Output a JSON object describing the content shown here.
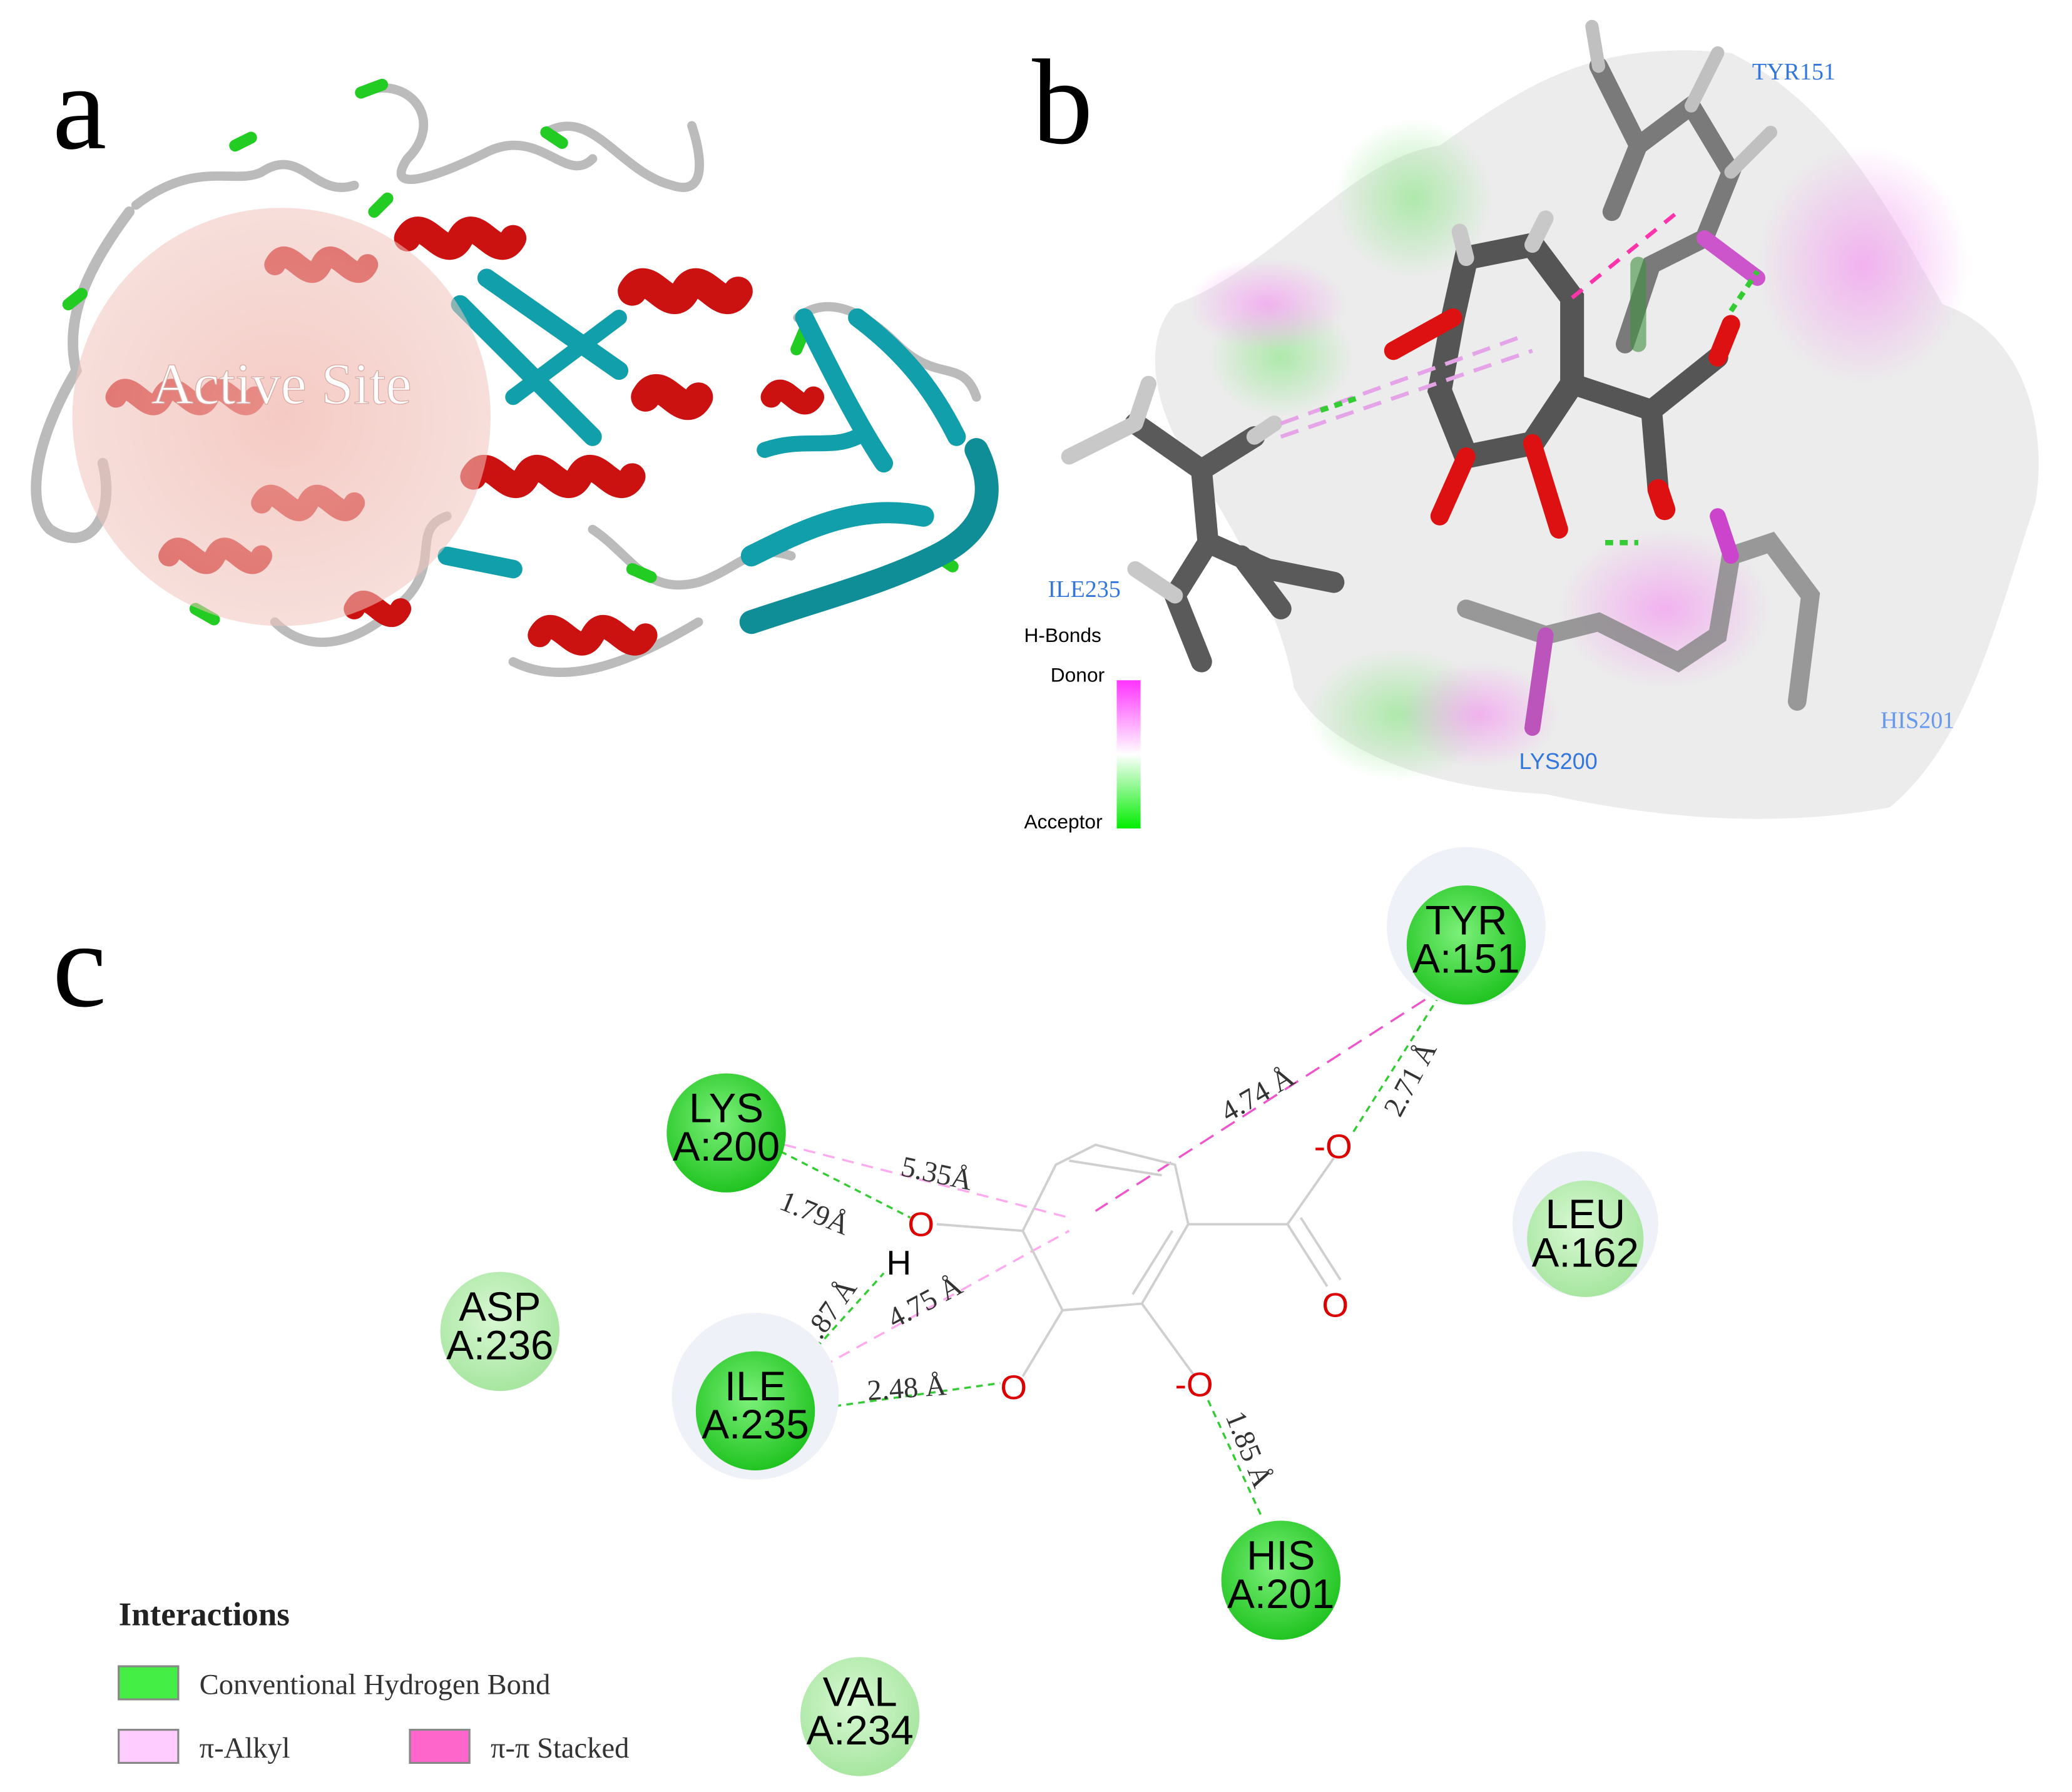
{
  "panels": {
    "a": {
      "letter": "a",
      "active_site_label": "Active Site"
    },
    "b": {
      "letter": "b",
      "residue_labels": [
        "TYR151",
        "ILE235",
        "LYS200",
        "HIS201"
      ],
      "hbond_legend": {
        "title": "H-Bonds",
        "top_label": "Donor",
        "bottom_label": "Acceptor",
        "top_color": "#ff33ff",
        "mid_color": "#ffffff",
        "bottom_color": "#00ee00"
      }
    },
    "c": {
      "letter": "c",
      "residues": [
        {
          "name": "TYR",
          "id": "A:151",
          "type": "strong"
        },
        {
          "name": "LYS",
          "id": "A:200",
          "type": "strong"
        },
        {
          "name": "LEU",
          "id": "A:162",
          "type": "weak"
        },
        {
          "name": "ASP",
          "id": "A:236",
          "type": "weak"
        },
        {
          "name": "ILE",
          "id": "A:235",
          "type": "strong"
        },
        {
          "name": "HIS",
          "id": "A:201",
          "type": "strong"
        },
        {
          "name": "VAL",
          "id": "A:234",
          "type": "weak"
        }
      ],
      "atom_labels": {
        "carboxylate_o_minus": "-O",
        "carboxyl_o": "O",
        "hydroxyl_o_top": "O",
        "hydroxyl_o_left": "O",
        "hydroxyl_o_minus": "-O",
        "hydrogen": "H"
      },
      "distances": [
        {
          "label": "4.74 Å",
          "type": "pi-pi"
        },
        {
          "label": "2.71 Å",
          "type": "hbond"
        },
        {
          "label": "5.35Å",
          "type": "pi-alkyl"
        },
        {
          "label": "1.79Å",
          "type": "hbond"
        },
        {
          "label": "1.87 Å",
          "type": "hbond"
        },
        {
          "label": "4.75 Å",
          "type": "pi-alkyl"
        },
        {
          "label": "2.48 Å",
          "type": "hbond"
        },
        {
          "label": "1.85 Å",
          "type": "hbond"
        }
      ],
      "legend": {
        "title": "Interactions",
        "items": [
          {
            "label": "Conventional Hydrogen Bond",
            "color": "#44ee44"
          },
          {
            "label": "π-Alkyl",
            "color": "#ffccff"
          },
          {
            "label": "π-π Stacked",
            "color": "#ff66cc"
          }
        ]
      }
    }
  },
  "colors": {
    "helix": "#cc1111",
    "strand": "#119fab",
    "turn": "#22cc22",
    "coil": "#bbbbbb",
    "residue_strong": "#33dd33",
    "residue_weak": "#b9efb4",
    "oxygen_text": "#dd0000",
    "residue_label_blue": "#3377dd",
    "hbond_line": "#33cc33",
    "pi_alkyl_line": "#ffaaee",
    "pi_pi_line": "#ee55cc"
  }
}
